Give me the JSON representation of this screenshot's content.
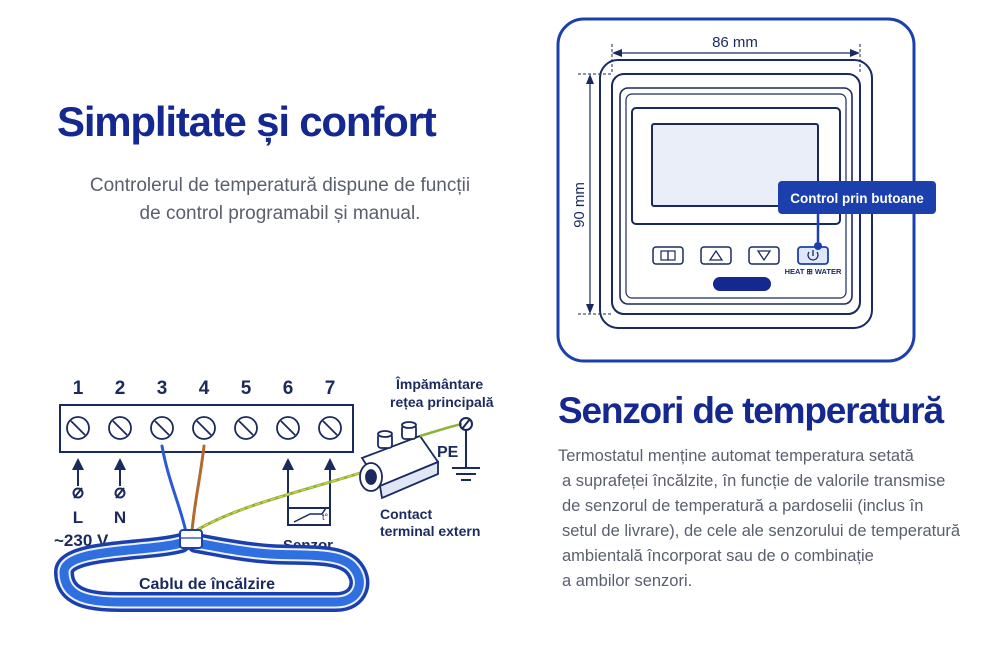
{
  "section1": {
    "title": "Simplitate și confort",
    "desc_line1": "Controlerul de temperatură dispune de funcții",
    "desc_line2": "de control programabil și manual."
  },
  "section2": {
    "title": "Senzori de temperatură",
    "lines": [
      "Termostatul menține automat temperatura setată",
      "a suprafeței încălzite, în funcție de valorile transmise",
      "de senzorul de temperatură a pardoselii (inclus în",
      "setul de livrare), de cele ale senzorului de temperatură",
      "ambientală încorporat sau de o combinație",
      "a ambilor senzori."
    ]
  },
  "device": {
    "width_label": "86 mm",
    "height_label": "90 mm",
    "tooltip": "Control prin butoane",
    "brand": "HEAT ⊞ WATER",
    "buttons": [
      "book-icon",
      "up-arrow-icon",
      "down-arrow-icon",
      "power-icon"
    ]
  },
  "wiring": {
    "terminals": [
      "1",
      "2",
      "3",
      "4",
      "5",
      "6",
      "7"
    ],
    "label_L": "L",
    "label_N": "N",
    "label_voltage": "~230 V",
    "label_sensor": "Senzor",
    "label_cable": "Cablu de încălzire",
    "label_ground_line1": "Împământare",
    "label_ground_line2": "rețea principală",
    "label_pe": "PE",
    "label_contact_line1": "Contact",
    "label_contact_line2": "terminal extern"
  },
  "colors": {
    "title": "#14288f",
    "accent_blue": "#1c3fae",
    "outline": "#1b2a5e",
    "wire_brown": "#b36a2e",
    "wire_blue": "#2a5bd7",
    "wire_green": "#8fb33a",
    "cable_blue": "#2f6fe0",
    "screen_bg": "#e9eef8"
  }
}
